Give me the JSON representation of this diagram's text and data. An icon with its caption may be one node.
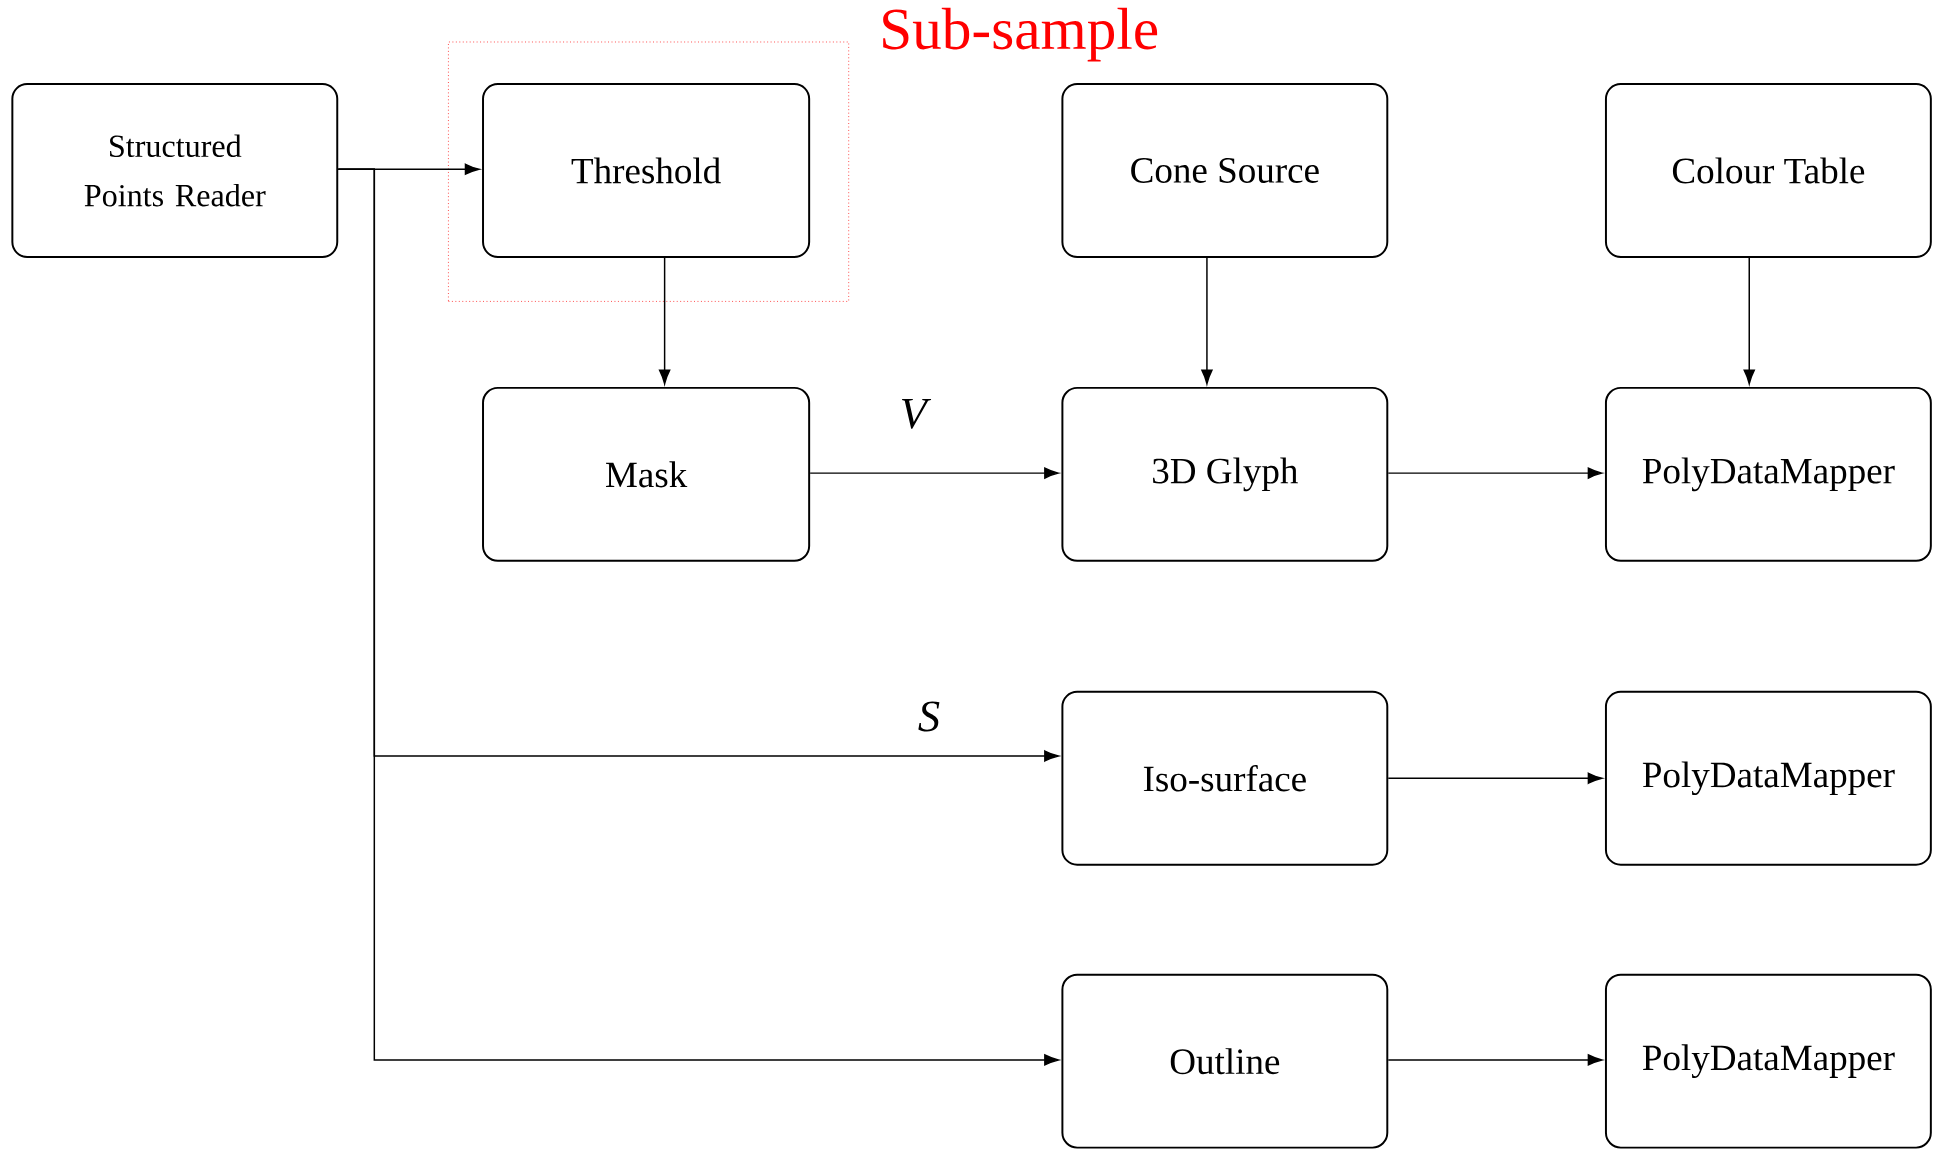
{
  "diagram": {
    "nodes": [
      {
        "text": [
          "Structured Points Reader"
        ]
      },
      {
        "text": [
          "Sub-sample"
        ]
      },
      {
        "text": [
          "Threshold"
        ],
        "in": 1
      },
      {
        "text": [
          "Cone Source"
        ]
      },
      {
        "text": [
          "Colour Table"
        ]
      },
      {
        "text": [
          "Mask"
        ]
      },
      {
        "text": [
          "3D Glyph"
        ]
      },
      {
        "text": [
          "PolyDataMapper"
        ]
      },
      {
        "text": [
          "Iso-surface"
        ]
      },
      {
        "text": [
          "PolyDataMapper"
        ]
      },
      {
        "text": [
          "Outline"
        ]
      },
      {
        "text": [
          "PolyDataMapper"
        ]
      }
    ],
    "edges": [
      {
        "from": 0,
        "to": 2,
        "arrow": "to"
      },
      {
        "from": 0,
        "to": 8,
        "arrow": "to",
        "label": "*S*"
      },
      {
        "from": 0,
        "to": 10,
        "arrow": "to"
      },
      {
        "from": 2,
        "to": 5,
        "arrow": "to"
      },
      {
        "from": 5,
        "to": 6,
        "arrow": "to",
        "label": "*V*"
      },
      {
        "from": 3,
        "to": 6,
        "arrow": "to"
      },
      {
        "from": 4,
        "to": 7,
        "arrow": "to"
      },
      {
        "from": 6,
        "to": 7,
        "arrow": "to"
      },
      {
        "from": 8,
        "to": 9,
        "arrow": "to"
      },
      {
        "from": 10,
        "to": 11,
        "arrow": "to"
      }
    ]
  }
}
